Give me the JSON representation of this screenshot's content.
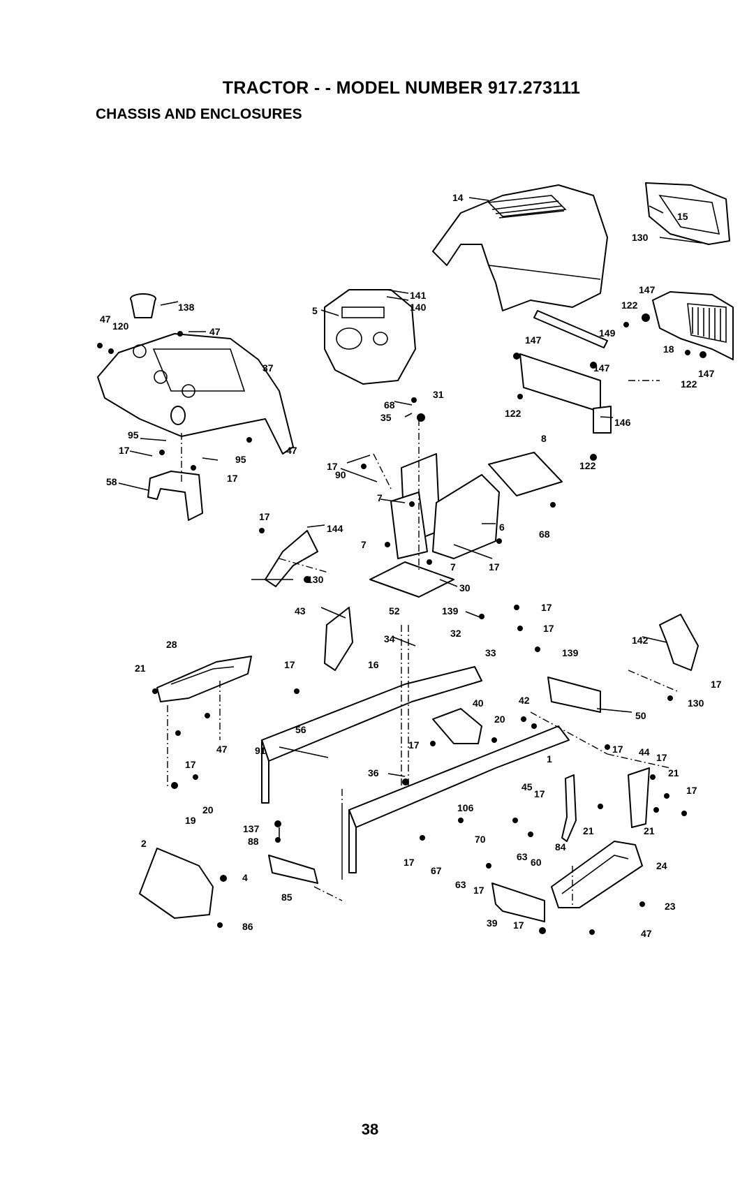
{
  "title": "TRACTOR - - MODEL NUMBER 917.273111",
  "subtitle": "CHASSIS AND ENCLOSURES",
  "page_number": "38",
  "callouts": {
    "c14": "14",
    "c15": "15",
    "c130a": "130",
    "c147a": "147",
    "c122a": "122",
    "c138": "138",
    "c47a": "47",
    "c120": "120",
    "c47b": "47",
    "c141": "141",
    "c140": "140",
    "c5": "5",
    "c149": "149",
    "c147b": "147",
    "c18": "18",
    "c147c": "147",
    "c122b": "122",
    "c37": "37",
    "c147d": "147",
    "c68a": "68",
    "c31": "31",
    "c35": "35",
    "c122c": "122",
    "c146": "146",
    "c95a": "95",
    "c17a": "17",
    "c95b": "95",
    "c47c": "47",
    "c58": "58",
    "c17b": "17",
    "c8": "8",
    "c122d": "122",
    "c17c": "17",
    "c90": "90",
    "c7a": "7",
    "c6": "6",
    "c68b": "68",
    "c17d": "17",
    "c144": "144",
    "c7b": "7",
    "c7c": "7",
    "c17e": "17",
    "c130b": "130",
    "c30": "30",
    "c43": "43",
    "c52": "52",
    "c139a": "139",
    "c17f": "17",
    "c17g": "17",
    "c32": "32",
    "c34": "34",
    "c33": "33",
    "c139b": "139",
    "c142": "142",
    "c28": "28",
    "c21a": "21",
    "c17h": "17",
    "c16": "16",
    "c130c": "130",
    "c17i": "17",
    "c40": "40",
    "c42": "42",
    "c50": "50",
    "c56": "56",
    "c20a": "20",
    "c47d": "47",
    "c91": "91",
    "c17j": "17",
    "c17k": "17",
    "c44": "44",
    "c17l": "17",
    "c1": "1",
    "c36": "36",
    "c21b": "21",
    "c17m": "17",
    "c17n": "17",
    "c45": "45",
    "c17o": "17",
    "c20b": "20",
    "c19": "19",
    "c106": "106",
    "c21c": "21",
    "c21d": "21",
    "c137": "137",
    "c70": "70",
    "c84": "84",
    "c88": "88",
    "c63a": "63",
    "c60": "60",
    "c2": "2",
    "c17p": "17",
    "c67": "67",
    "c24": "24",
    "c4": "4",
    "c63b": "63",
    "c17q": "17",
    "c85": "85",
    "c23": "23",
    "c86": "86",
    "c39": "39",
    "c17r": "17",
    "c47e": "47"
  }
}
